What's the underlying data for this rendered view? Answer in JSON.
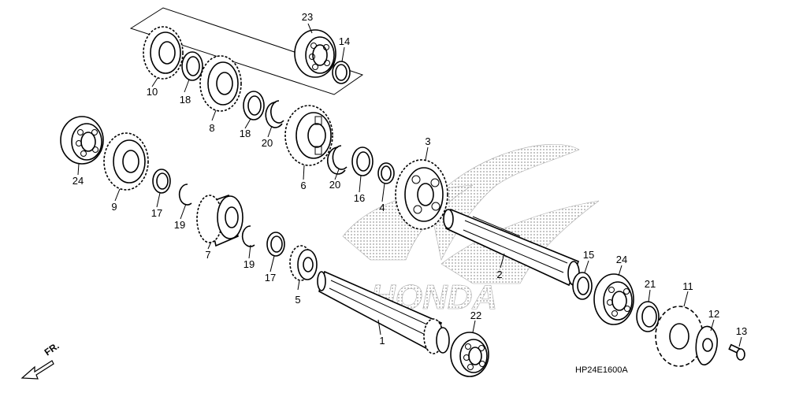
{
  "diagram": {
    "callouts": [
      "1",
      "2",
      "3",
      "4",
      "5",
      "6",
      "7",
      "8",
      "9",
      "10",
      "11",
      "12",
      "13",
      "14",
      "15",
      "16",
      "17",
      "17",
      "18",
      "18",
      "19",
      "19",
      "20",
      "20",
      "21",
      "22",
      "23",
      "24",
      "24"
    ],
    "watermark": "HONDA",
    "direction_label": "FR.",
    "diagram_code": "HP24E1600A"
  }
}
